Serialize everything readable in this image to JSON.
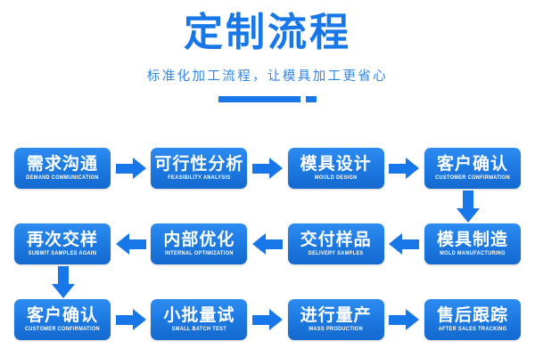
{
  "header": {
    "title": "定制流程",
    "subtitle": "标准化加工流程，让模具加工更省心",
    "accent_color": "#1877e8",
    "title_color": "#1877e8",
    "subtitle_color": "#2f86ea"
  },
  "flow": {
    "rows": [
      {
        "direction": "right",
        "nodes": [
          {
            "cn": "需求沟通",
            "en": "DEMAND COMMUNICATION"
          },
          {
            "cn": "可行性分析",
            "en": "FEASIBILITY ANALYSIS"
          },
          {
            "cn": "模具设计",
            "en": "MOULD DESIGN"
          },
          {
            "cn": "客户确认",
            "en": "CUSTOMER CONFIRMATION"
          }
        ]
      },
      {
        "direction": "left",
        "nodes": [
          {
            "cn": "再次交样",
            "en": "SUBMIT SAMPLES AGAIN"
          },
          {
            "cn": "内部优化",
            "en": "INTERNAL OPTIMIZATION"
          },
          {
            "cn": "交付样品",
            "en": "DELIVERY SAMPLES"
          },
          {
            "cn": "模具制造",
            "en": "MOLD MANUFACTURING"
          }
        ]
      },
      {
        "direction": "right",
        "nodes": [
          {
            "cn": "客户确认",
            "en": "CUSTOMER CONFIRMATION"
          },
          {
            "cn": "小批量试",
            "en": "SMALL BATCH TEST"
          },
          {
            "cn": "进行量产",
            "en": "MASS PRODUCTION"
          },
          {
            "cn": "售后跟踪",
            "en": "AFTER SALES TRACKING"
          }
        ]
      }
    ],
    "connectors": [
      {
        "name": "row1-to-row2",
        "direction": "down",
        "side": "right"
      },
      {
        "name": "row2-to-row3",
        "direction": "down",
        "side": "left"
      }
    ],
    "node_color": "#1d7ae2",
    "arrow_color": "#1877e8"
  }
}
